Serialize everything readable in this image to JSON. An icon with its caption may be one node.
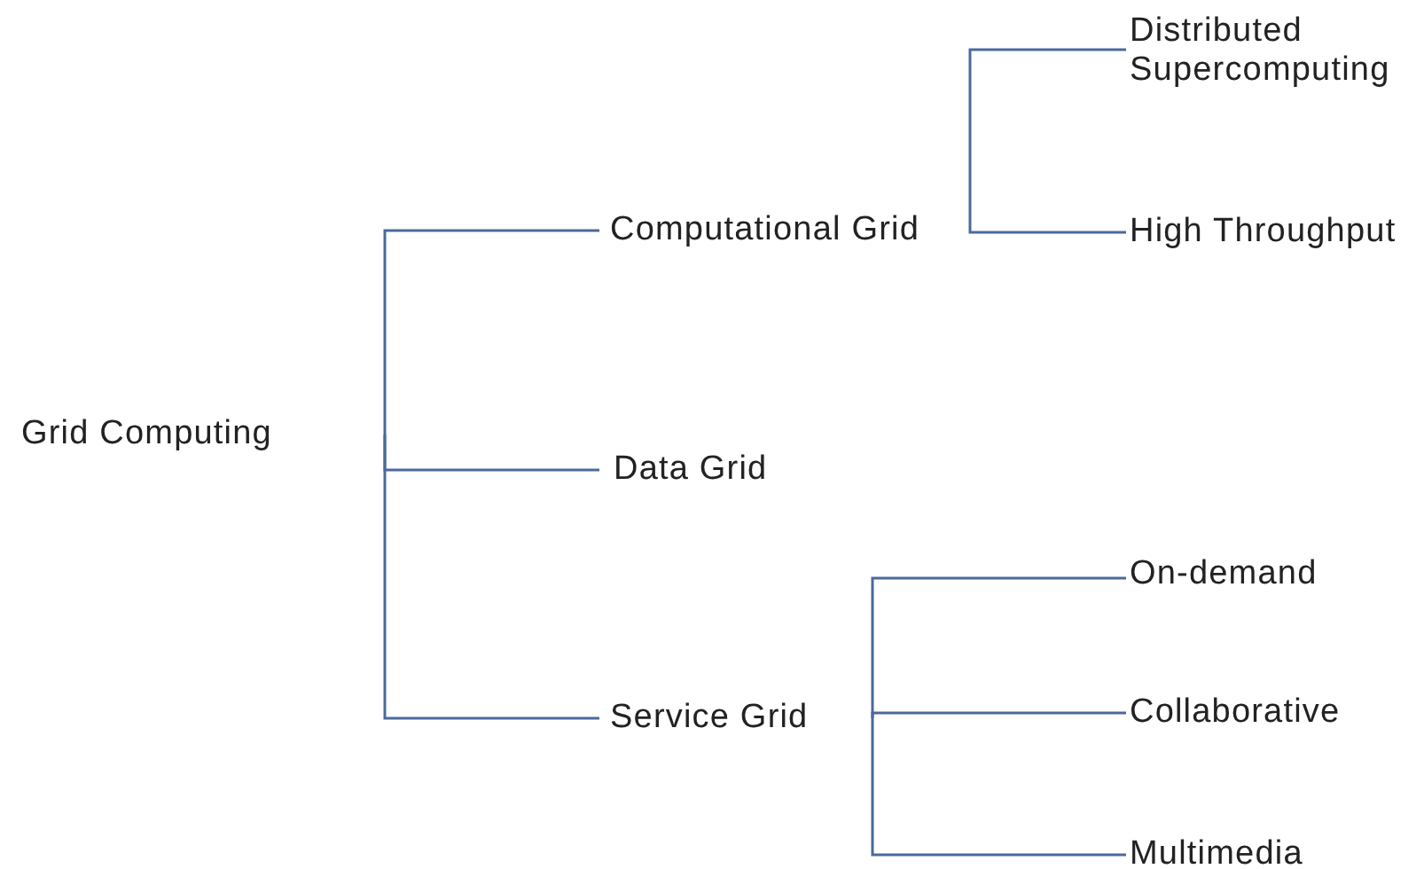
{
  "diagram": {
    "nodes": [
      {
        "text": [
          "Grid Computing"
        ]
      },
      {
        "text": [
          "Computational Grid"
        ]
      },
      {
        "text": [
          "Distributed Supercomputing"
        ]
      },
      {
        "text": [
          "High Throughput"
        ]
      },
      {
        "text": [
          "Data Grid"
        ]
      },
      {
        "text": [
          "Service Grid"
        ]
      },
      {
        "text": [
          "On-demand"
        ]
      },
      {
        "text": [
          "Collaborative"
        ]
      },
      {
        "text": [
          "Multimedia"
        ]
      }
    ],
    "edges": [
      {
        "from": 0,
        "to": 1,
        "arrow": "none"
      },
      {
        "from": 1,
        "to": 2,
        "arrow": "none"
      },
      {
        "from": 1,
        "to": 3,
        "arrow": "none"
      },
      {
        "from": 0,
        "to": 4,
        "arrow": "none"
      },
      {
        "from": 0,
        "to": 5,
        "arrow": "none"
      },
      {
        "from": 5,
        "to": 6,
        "arrow": "none"
      },
      {
        "from": 5,
        "to": 7,
        "arrow": "none"
      },
      {
        "from": 5,
        "to": 8,
        "arrow": "none"
      }
    ]
  }
}
